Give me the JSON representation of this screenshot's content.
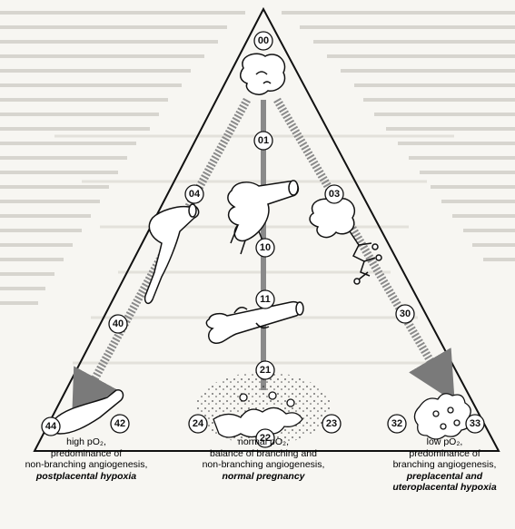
{
  "nodes": {
    "n00": "00",
    "n01": "01",
    "n03": "03",
    "n04": "04",
    "n10": "10",
    "n11": "11",
    "n21": "21",
    "n22": "22",
    "n23": "23",
    "n24": "24",
    "n30": "30",
    "n32": "32",
    "n33": "33",
    "n40": "40",
    "n42": "42",
    "n44": "44"
  },
  "captions": {
    "left": {
      "line1": "high pO₂,",
      "line2": "predominance of",
      "line3": "non-branching angiogenesis,",
      "emphasis": "postplacental hypoxia"
    },
    "middle": {
      "line1": "normal pO₂,",
      "line2": "balance of branching and",
      "line3": "non-branching angiogenesis,",
      "emphasis": "normal pregnancy"
    },
    "right": {
      "line1": "low pO₂,",
      "line2": "predominance of",
      "line3": "branching angiogenesis,",
      "emphasis": "preplacental and",
      "emphasis2": "uteroplacental hypoxia"
    }
  },
  "colors": {
    "arrow": "#8a8a8a",
    "line": "#111111",
    "background": "#f7f6f2"
  },
  "icons": [
    "vessel-villus-icon",
    "branching-villus-icon",
    "nonbranching-villus-icon",
    "stipple-texture"
  ]
}
